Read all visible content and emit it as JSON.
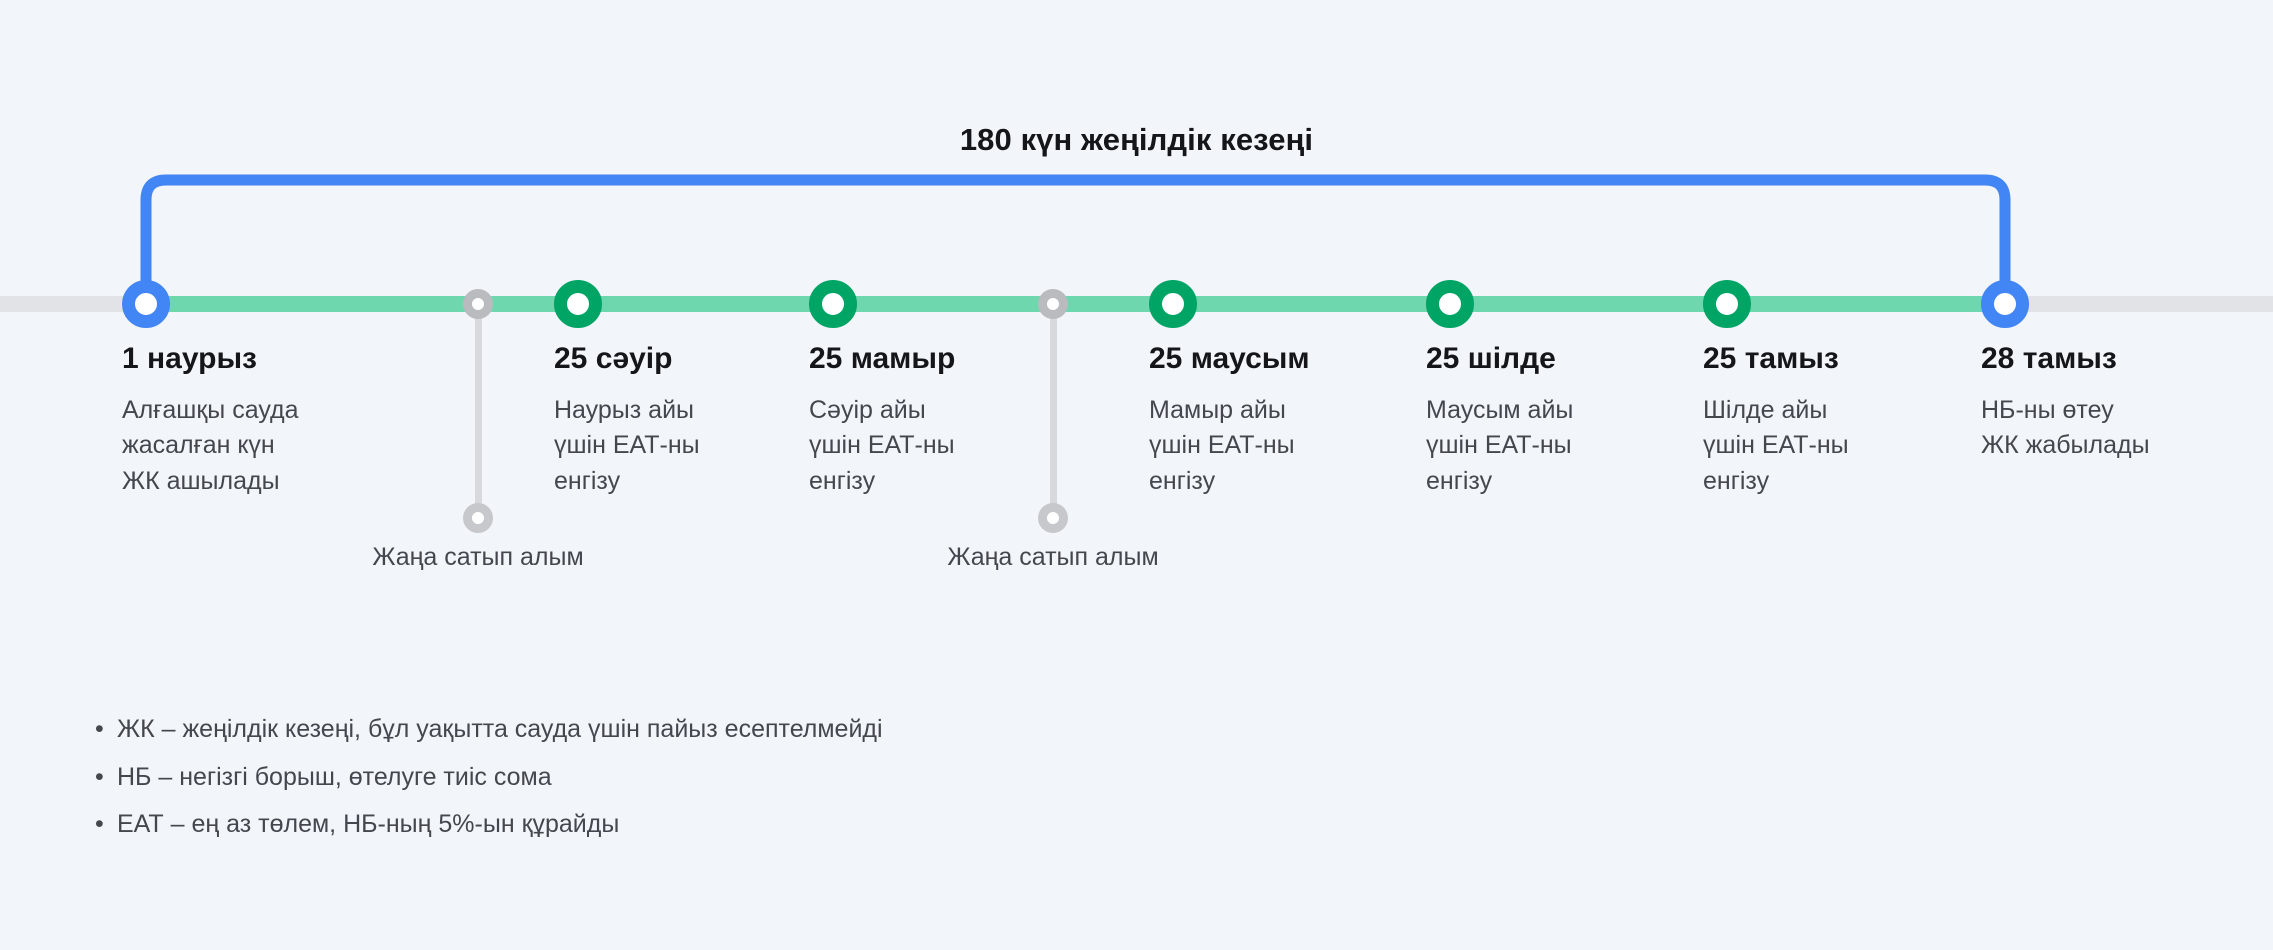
{
  "bracket": {
    "title": "180 күн жеңілдік кезеңі",
    "color": "#4285f4"
  },
  "colors": {
    "background": "#f2f5f9",
    "axis_inactive": "#e1e3e6",
    "axis_active": "#6ed7ad",
    "node_primary": "#4285f4",
    "node_milestone": "#00a465",
    "node_secondary": "#b9bbbf",
    "text_primary": "#14161a",
    "text_secondary": "#44474e"
  },
  "milestones": [
    {
      "date": "1 наурыз",
      "desc": "Алғашқы сауда\nжасалған күн\nЖК ашылады",
      "marker": "blue"
    },
    {
      "date": "25 сәуір",
      "desc": "Наурыз айы\nүшін ЕАТ-ны\nенгізу",
      "marker": "green"
    },
    {
      "date": "25 мамыр",
      "desc": "Сәуір айы\nүшін ЕАТ-ны\nенгізу",
      "marker": "green"
    },
    {
      "date": "25 маусым",
      "desc": "Мамыр айы\nүшін ЕАТ-ны\nенгізу",
      "marker": "green"
    },
    {
      "date": "25 шілде",
      "desc": "Маусым айы\nүшін ЕАТ-ны\nенгізу",
      "marker": "green"
    },
    {
      "date": "25 тамыз",
      "desc": "Шілде айы\nүшін ЕАТ-ны\nенгізу",
      "marker": "green"
    },
    {
      "date": "28 тамыз",
      "desc": "НБ-ны өтеу\nЖК жабылады",
      "marker": "blue"
    }
  ],
  "secondary_markers": [
    {
      "label": "Жаңа сатып алым"
    },
    {
      "label": "Жаңа сатып алым"
    }
  ],
  "legend": {
    "bullet": "•",
    "items": [
      "ЖК – жеңілдік кезеңі, бұл уақытта сауда үшін пайыз есептелмейді",
      "НБ – негізгі борыш, өтелуге тиіс сома",
      "ЕАТ – ең аз төлем, НБ-ның 5%-ын құрайды"
    ]
  }
}
